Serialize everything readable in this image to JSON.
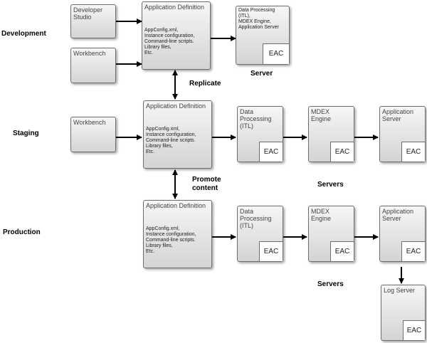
{
  "stages": {
    "development": "Development",
    "staging": "Staging",
    "production": "Production"
  },
  "boxes": {
    "dev_developer_studio": "Developer Studio",
    "dev_workbench": "Workbench",
    "dev_appdef_title": "Application Definition",
    "dev_appdef_detail": "AppConfig.xml,\nInstance configuration,\nCommand-line scripts.\nLibrary files,\nEtc.",
    "dev_server_title": "Data Processing (ITL),\nMDEX Engine,\nApplication Server",
    "stg_workbench": "Workbench",
    "stg_appdef_title": "Application Definition",
    "stg_appdef_detail": "AppConfig.xml,\nInstance configuration,\nCommand-line scripts.\nLibrary files,\nEtc.",
    "stg_dp_title": "Data Processing (ITL)",
    "stg_mdex_title": "MDEX Engine",
    "stg_appserver_title": "Application Server",
    "prod_appdef_title": "Application Definition",
    "prod_appdef_detail": "AppConfig.xml,\nInstance configuration,\nCommand-line scripts.\nLibrary files,\nEtc.",
    "prod_dp_title": "Data Processing (ITL)",
    "prod_mdex_title": "MDEX Engine",
    "prod_appserver_title": "Application Server",
    "prod_logserver_title": "Log Server",
    "eac": "EAC"
  },
  "labels": {
    "replicate": "Replicate",
    "promote": "Promote\ncontent",
    "server": "Server",
    "servers_staging": "Servers",
    "servers_production": "Servers"
  },
  "colors": {
    "box_border": "#6e6e6e",
    "box_gradient_top": "#f6f6f6",
    "box_gradient_bottom": "#d4d4d4",
    "arrow": "#000000"
  }
}
